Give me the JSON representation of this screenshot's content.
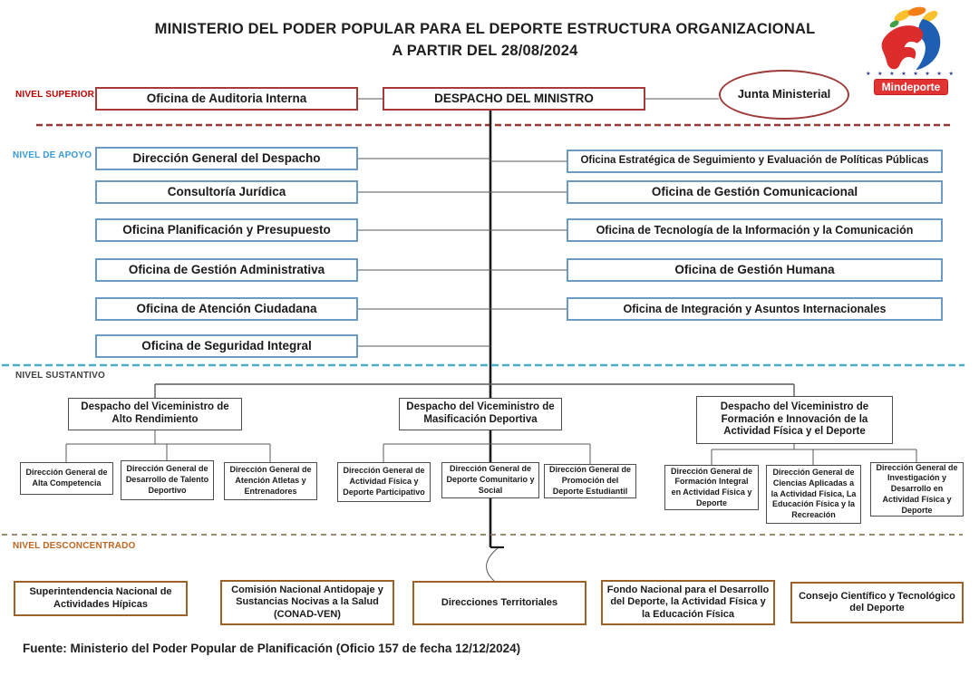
{
  "title": {
    "line1": "MINISTERIO DEL PODER POPULAR PARA EL DEPORTE ESTRUCTURA ORGANIZACIONAL",
    "line2": "A PARTIR DEL 28/08/2024"
  },
  "logo": {
    "label": "Mindeporte",
    "stars": "★ ★ ★ ★ ★ ★ ★ ★"
  },
  "labels": {
    "superior": "NIVEL SUPERIOR",
    "apoyo": "NIVEL DE APOYO",
    "sustantivo": "NIVEL SUSTANTIVO",
    "desconcentrado": "NIVEL DESCONCENTRADO"
  },
  "superior": {
    "auditoria": "Oficina  de Auditoria Interna",
    "despacho": "DESPACHO DEL MINISTRO",
    "junta": "Junta Ministerial"
  },
  "apoyo": {
    "left": [
      "Dirección General del Despacho",
      "Consultoría Jurídica",
      "Oficina Planificación y Presupuesto",
      "Oficina de  Gestión Administrativa",
      "Oficina de Atención Ciudadana",
      "Oficina de  Seguridad Integral"
    ],
    "right": [
      "Oficina Estratégica de Seguimiento  y Evaluación de Políticas Públicas",
      "Oficina de Gestión Comunicacional",
      "Oficina de Tecnología de la Información y la Comunicación",
      "Oficina de Gestión Humana",
      "Oficina de Integración y Asuntos Internacionales"
    ]
  },
  "sustantivo": {
    "groups": [
      {
        "head": "Despacho del Viceministro de Alto Rendimiento",
        "children": [
          "Dirección General de Alta Competencia",
          "Dirección General de Desarrollo de Talento Deportivo",
          "Dirección General de Atención Atletas y Entrenadores"
        ]
      },
      {
        "head": "Despacho del Viceministro de Masificación Deportiva",
        "children": [
          "Dirección General de Actividad Física y Deporte Participativo",
          "Dirección General de Deporte Comunitario y Social",
          "Dirección General de Promoción del Deporte Estudiantil"
        ]
      },
      {
        "head": "Despacho del Viceministro de Formación e Innovación de la Actividad Física y el Deporte",
        "children": [
          "Dirección General de Formación Integral en Actividad Física y Deporte",
          "Dirección General de Ciencias Aplicadas a la Actividad Física, La Educación Física y la Recreación",
          "Dirección General de Investigación y Desarrollo en Actividad Física y Deporte"
        ]
      }
    ]
  },
  "desconcentrado": [
    "Superintendencia Nacional de Actividades Hípicas",
    "Comisión Nacional Antidopaje y Sustancias Nocivas a la Salud (CONAD-VEN)",
    "Direcciones Territoriales",
    "Fondo Nacional para el Desarrollo del Deporte, la Actividad Física y la Educación Física",
    "Consejo Científico y Tecnológico del Deporte"
  ],
  "footer": "Fuente: Ministerio del Poder Popular de Planificación (Oficio 157 de fecha  12/12/2024)",
  "colors": {
    "superior_border": "#a93a38",
    "apoyo_border": "#6b9ac4",
    "sustantivo_border": "#4d4d4d",
    "desconcentrado_border": "#9c6127",
    "divider_red": "#953735",
    "divider_blue": "#4bacc6",
    "divider_tan": "#8c7d56",
    "label_red": "#c00000",
    "label_blue": "#3a9ad5",
    "label_dark": "#404040",
    "label_orange": "#c0651f"
  }
}
